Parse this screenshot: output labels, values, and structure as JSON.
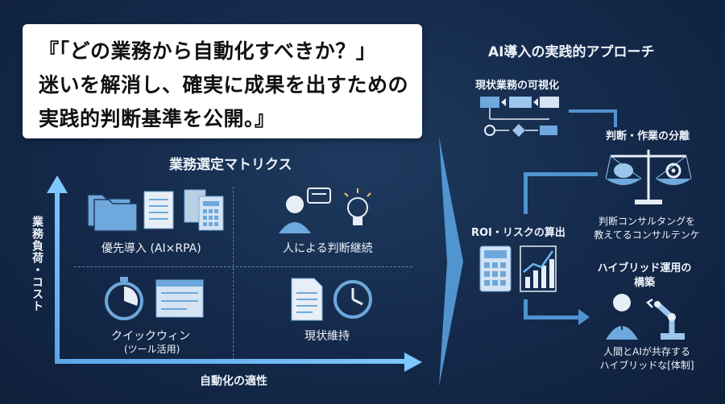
{
  "quote": {
    "line1": "『「どの業務から自動化すべきか？」",
    "line2": "迷いを解消し、確実に成果を出すための",
    "line3": "実践的判断基準を公開。』"
  },
  "matrix": {
    "title": "業務選定マトリクス",
    "y_axis_label": "業務負荷・コスト",
    "x_axis_label": "自動化の適性",
    "q_top_left": "優先導入 (AI×RPA)",
    "q_top_right": "人による判断継続",
    "q_bottom_left": "クイックウィン",
    "q_bottom_left_sub": "(ツール活用)",
    "q_bottom_right": "現状維持"
  },
  "approach": {
    "title": "AI導入の実践的アプローチ",
    "step1": "現状業務の可視化",
    "step2": "判断・作業の分離",
    "step2_sub1": "判断コンサルタングを",
    "step2_sub2": "教えてるコンサルテンケ",
    "step3": "ROI・リスクの算出",
    "step4_l1": "ハイブリッド運用の",
    "step4_l2": "構築",
    "step4_sub1": "人間とAIが共存する",
    "step4_sub2": "ハイブリッドな[体制]"
  },
  "colors": {
    "accent": "#6fb8f0",
    "background": "#14294a",
    "quote_bg": "#ffffff"
  }
}
